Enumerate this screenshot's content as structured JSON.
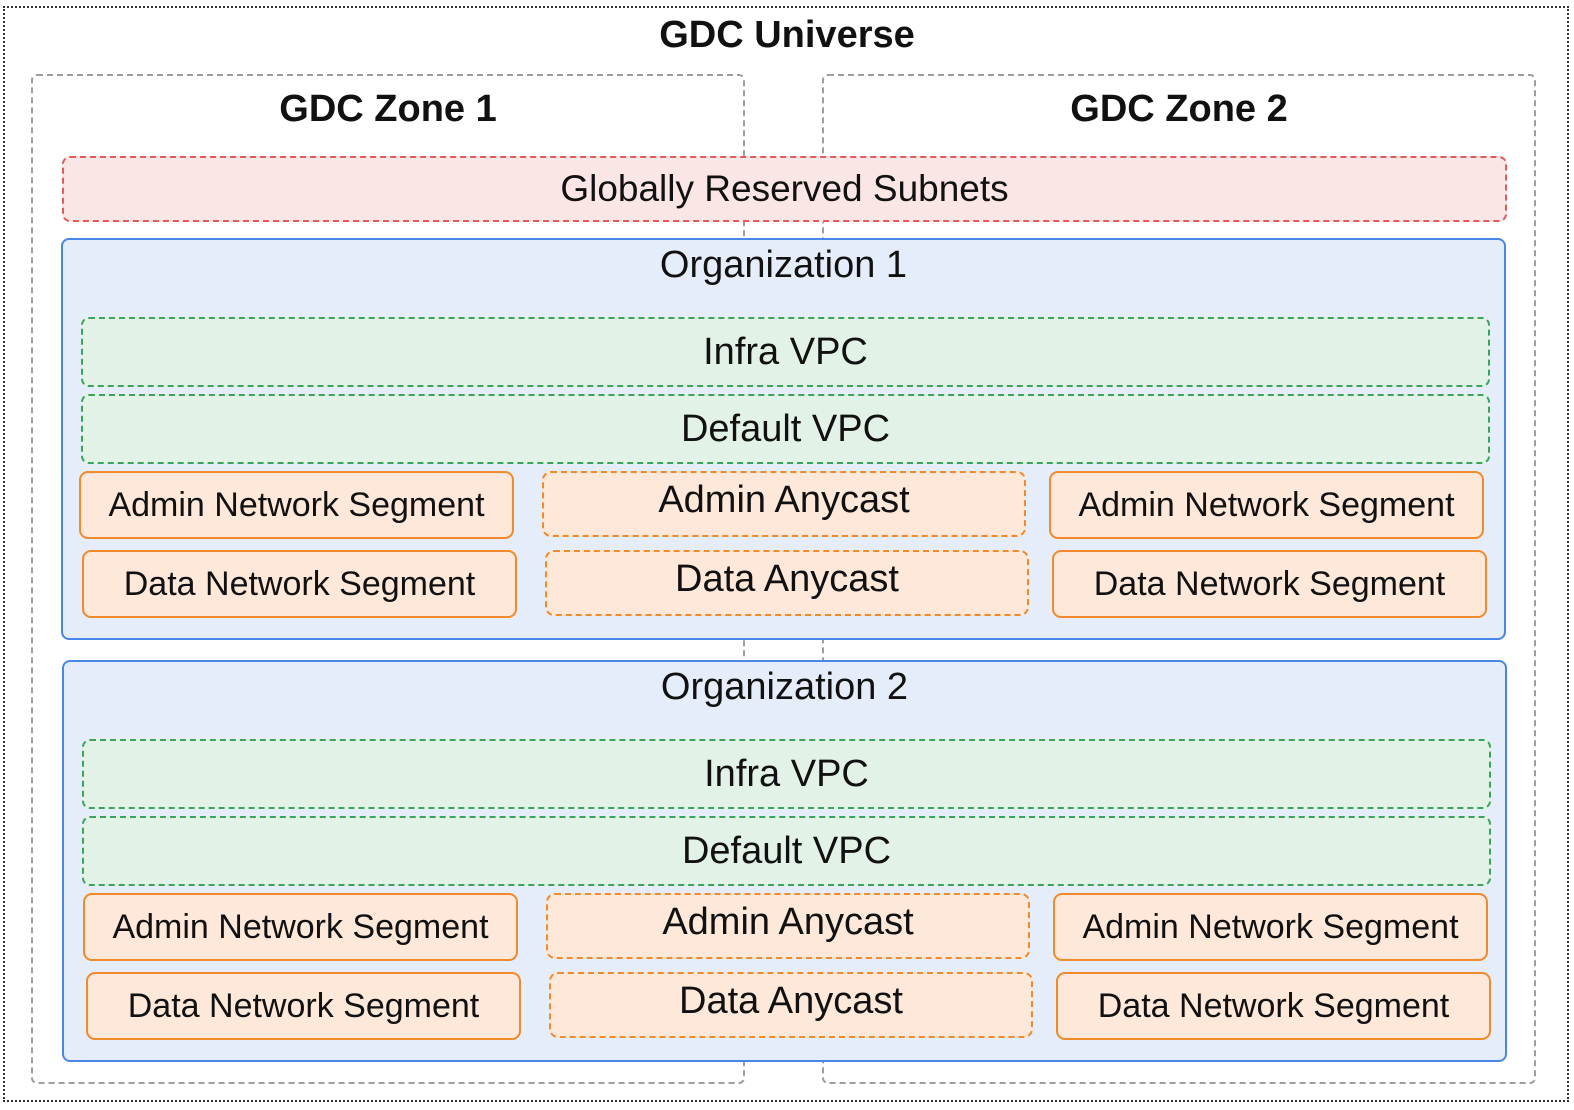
{
  "universe": {
    "title": "GDC Universe"
  },
  "zones": [
    {
      "title": "GDC Zone 1"
    },
    {
      "title": "GDC Zone 2"
    }
  ],
  "reserved": {
    "label": "Globally Reserved Subnets"
  },
  "organizations": [
    {
      "title": "Organization 1",
      "infra_vpc": "Infra VPC",
      "default_vpc": "Default VPC",
      "left_admin_segment": "Admin Network Segment",
      "left_data_segment": "Data Network Segment",
      "admin_anycast": "Admin Anycast",
      "data_anycast": "Data Anycast",
      "right_admin_segment": "Admin Network Segment",
      "right_data_segment": "Data Network Segment"
    },
    {
      "title": "Organization 2",
      "infra_vpc": "Infra VPC",
      "default_vpc": "Default VPC",
      "left_admin_segment": "Admin Network Segment",
      "left_data_segment": "Data Network Segment",
      "admin_anycast": "Admin Anycast",
      "data_anycast": "Data Anycast",
      "right_admin_segment": "Admin Network Segment",
      "right_data_segment": "Data Network Segment"
    }
  ],
  "colors": {
    "reserved_fill": "#fbe6e6",
    "reserved_border": "#e35a5a",
    "org_fill": "#e6edfa",
    "org_border": "#4a86e8",
    "vpc_fill": "#e3f2e6",
    "vpc_border": "#3aa55a",
    "segment_fill": "#fde8d9",
    "segment_border": "#f08a2a"
  }
}
